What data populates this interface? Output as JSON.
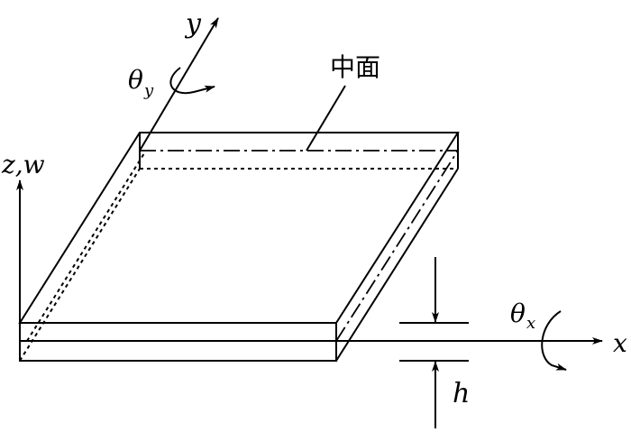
{
  "labels": {
    "y_axis": "y",
    "theta_y": "θ",
    "theta_y_sub": "y",
    "mid_plane": "中面",
    "z_axis": "z,w",
    "x_axis": "x",
    "theta_x": "θ",
    "theta_x_sub": "x",
    "thickness": "h"
  },
  "colors": {
    "stroke": "#000000",
    "background": "#ffffff"
  }
}
